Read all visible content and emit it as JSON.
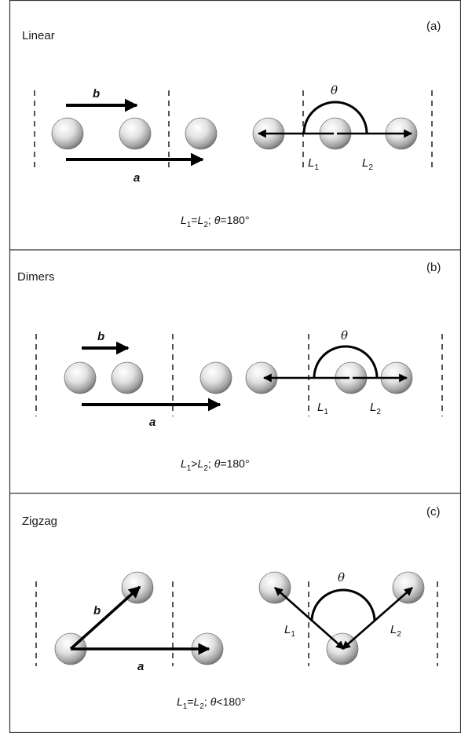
{
  "panels": [
    {
      "title": "Linear",
      "tag": "(a)",
      "vector_a": "a",
      "vector_b": "b",
      "angle": "θ",
      "L1": {
        "sym": "L",
        "sub": "1"
      },
      "L2": {
        "sym": "L",
        "sub": "2"
      },
      "condition": {
        "l1": "L",
        "s1": "1",
        "rel": "=",
        "l2": "L",
        "s2": "2",
        "sep": ";",
        "th": "θ",
        "val": "=180°"
      }
    },
    {
      "title": "Dimers",
      "tag": "(b)",
      "vector_a": "a",
      "vector_b": "b",
      "angle": "θ",
      "L1": {
        "sym": "L",
        "sub": "1"
      },
      "L2": {
        "sym": "L",
        "sub": "2"
      },
      "condition": {
        "l1": "L",
        "s1": "1",
        "rel": ">",
        "l2": "L",
        "s2": "2",
        "sep": ";",
        "th": "θ",
        "val": "=180°"
      }
    },
    {
      "title": "Zigzag",
      "tag": "(c)",
      "vector_a": "a",
      "vector_b": "b",
      "angle": "θ",
      "L1": {
        "sym": "L",
        "sub": "1"
      },
      "L2": {
        "sym": "L",
        "sub": "2"
      },
      "condition": {
        "l1": "L",
        "s1": "1",
        "rel": "=",
        "l2": "L",
        "s2": "2",
        "sep": ";",
        "th": "θ",
        "val": "<180°"
      }
    }
  ]
}
